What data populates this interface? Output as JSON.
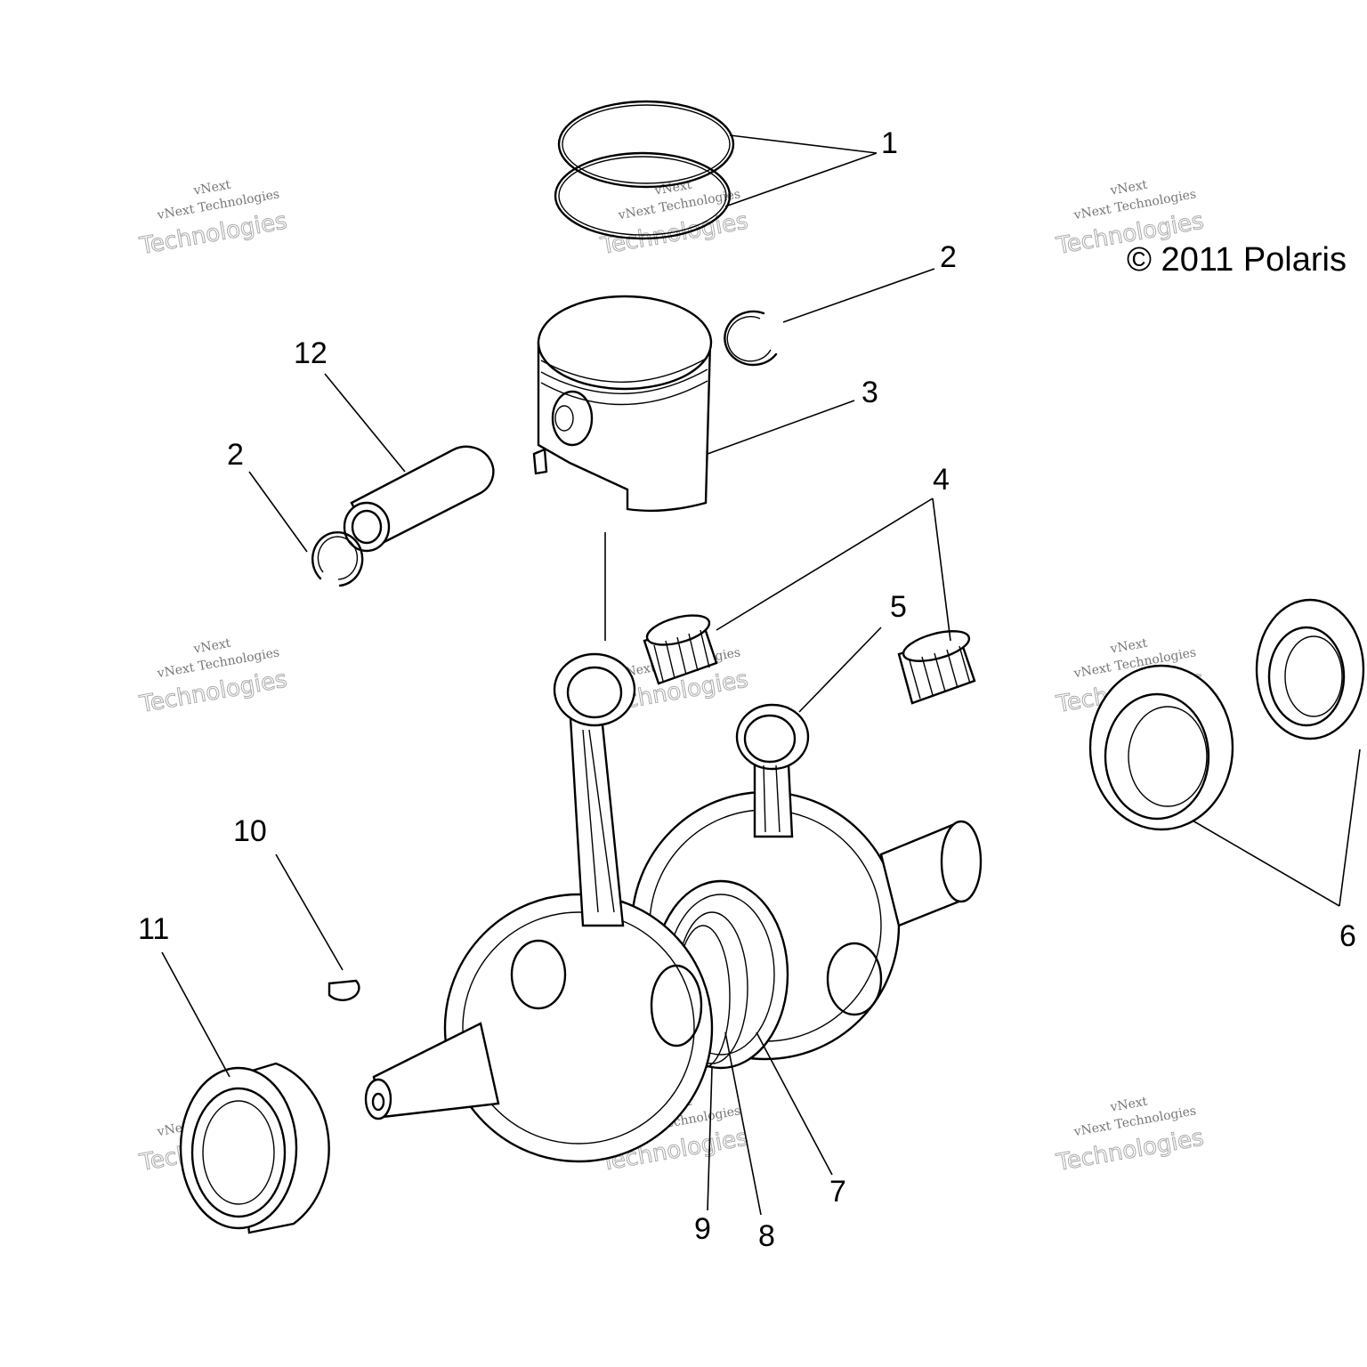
{
  "callouts": [
    {
      "id": "1a",
      "label": "1"
    },
    {
      "id": "2a",
      "label": "2"
    },
    {
      "id": "3",
      "label": "3"
    },
    {
      "id": "4",
      "label": "4"
    },
    {
      "id": "5",
      "label": "5"
    },
    {
      "id": "6",
      "label": "6"
    },
    {
      "id": "7",
      "label": "7"
    },
    {
      "id": "8",
      "label": "8"
    },
    {
      "id": "9",
      "label": "9"
    },
    {
      "id": "10",
      "label": "10"
    },
    {
      "id": "11",
      "label": "11"
    },
    {
      "id": "12",
      "label": "12"
    },
    {
      "id": "2b",
      "label": "2"
    }
  ],
  "copyright": "© 2011 Polaris",
  "watermark": {
    "line1": "vNext Technologies",
    "line2": "vNext",
    "line3": "Technologies"
  }
}
